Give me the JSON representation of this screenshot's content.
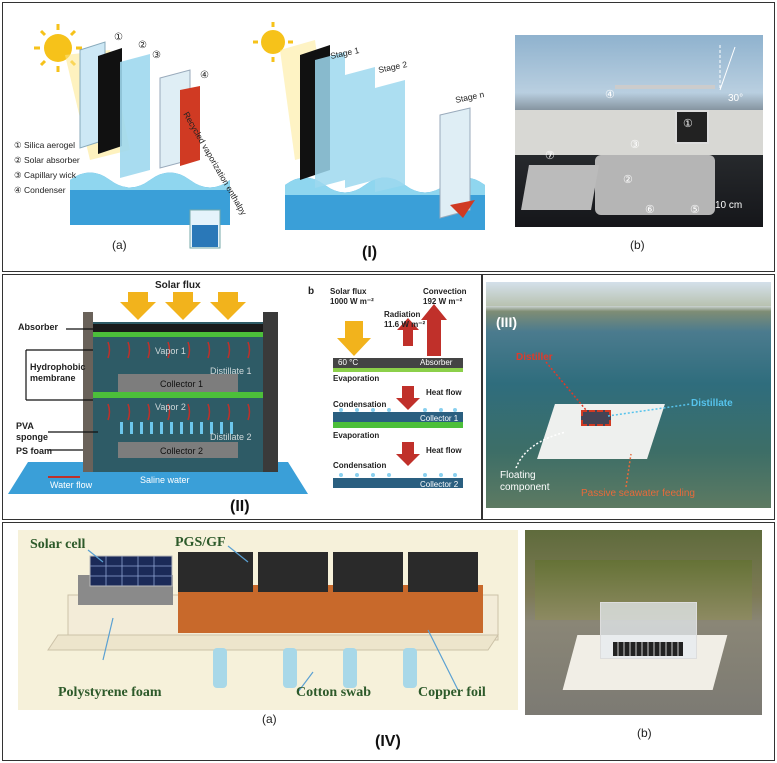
{
  "panel_I": {
    "numbers": [
      "①",
      "②",
      "③",
      "④"
    ],
    "legend": [
      {
        "num": "①",
        "text": "Silica aerogel"
      },
      {
        "num": "②",
        "text": "Solar absorber"
      },
      {
        "num": "③",
        "text": "Capillary wick"
      },
      {
        "num": "④",
        "text": "Condenser"
      }
    ],
    "recycled_label": "Recycled vaporization enthalpy",
    "stages": [
      "Stage 1",
      "Stage 2",
      "Stage n"
    ],
    "caption_a": "(a)",
    "caption_b": "(b)",
    "roman": "(I)",
    "photo_numbers": [
      "④",
      "①",
      "③",
      "②",
      "⑦",
      "⑥",
      "⑤"
    ],
    "angle": "30°",
    "scale": "10 cm"
  },
  "panel_II": {
    "solar_flux": "Solar flux",
    "labels": [
      "Absorber",
      "Hydrophobic membrane",
      "PVA sponge",
      "PS foam",
      "Water flow"
    ],
    "inner": [
      "Vapor 1",
      "Distillate 1",
      "Collector 1",
      "Vapor 2",
      "Distillate 2",
      "Collector 2",
      "Saline water"
    ],
    "b_tag": "b",
    "b_solar_flux": "Solar flux",
    "b_solar_value": "1000 W m⁻²",
    "b_radiation": "Radiation",
    "b_radiation_value": "11.6 W m⁻²",
    "b_convection": "Convection",
    "b_convection_value": "192 W m⁻²",
    "b_temp": "60 °C",
    "b_absorber": "Absorber",
    "b_evaporation": "Evaporation",
    "b_heat_flow": "Heat flow",
    "b_condensation": "Condensation",
    "b_collector1": "Collector 1",
    "b_collector2": "Collector 2",
    "roman": "(II)"
  },
  "panel_III": {
    "roman": "(III)",
    "distiller": "Distiller",
    "distillate": "Distillate",
    "floating": "Floating component",
    "passive": "Passive seawater feeding"
  },
  "panel_IV": {
    "solar_cell": "Solar cell",
    "pgs": "PGS/GF",
    "polystyrene": "Polystyrene foam",
    "cotton": "Cotton swab",
    "copper": "Copper foil",
    "caption_a": "(a)",
    "caption_b": "(b)",
    "roman": "(IV)"
  },
  "colors": {
    "water": "#3a9fd8",
    "absorber": "#1a1a1a",
    "arrow_yellow": "#f2b31c",
    "arrow_red": "#c0302a",
    "membrane_green": "#4cbf3a",
    "copper": "#c8692b"
  }
}
